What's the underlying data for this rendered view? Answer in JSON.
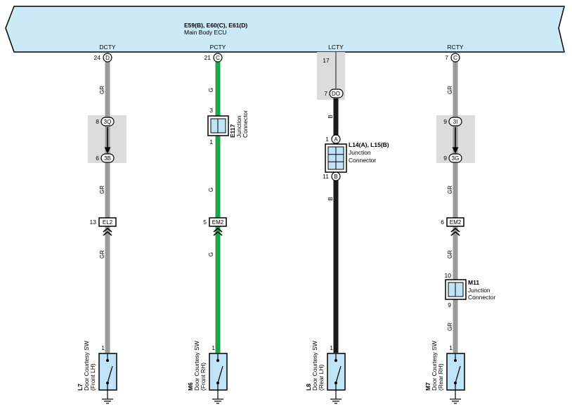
{
  "ecu": {
    "connectors": "E59(B), E60(C), E61(D)",
    "name": "Main Body ECU"
  },
  "colors": {
    "banner_fill": "#cbe9f7",
    "wire_gray": "#9a9a9a",
    "wire_green": "#1aa64b",
    "wire_black": "#1a1a1a",
    "box_fill": "#bfe3f7",
    "shade": "#dcdcdc"
  },
  "columns": {
    "dcty": {
      "terminal_name": "DCTY",
      "ecu_pin": "24",
      "ecu_conn": "D",
      "wire_labels": [
        "GR",
        "GR",
        "GR"
      ],
      "pass_top_pin": "8",
      "pass_top_conn": "3Q",
      "pass_bot_pin": "6",
      "pass_bot_conn": "3B",
      "inline_pin": "13",
      "inline_conn": "EL2",
      "switch_pin": "1",
      "switch_id": "L7",
      "switch_name": "Door Courtesy SW",
      "switch_pos": "(Front LH)"
    },
    "pcty": {
      "terminal_name": "PCTY",
      "ecu_pin": "21",
      "ecu_conn": "C",
      "wire_labels": [
        "G",
        "G",
        "G"
      ],
      "jc_pin_top": "3",
      "jc_pin_bot": "1",
      "jc_id": "E117",
      "jc_word1": "Junction",
      "jc_word2": "Connector",
      "inline_pin": "5",
      "inline_conn": "EM2",
      "switch_pin": "1",
      "switch_id": "M6",
      "switch_name": "Door Courtesy SW",
      "switch_pos": "(Front RH)"
    },
    "lcty": {
      "terminal_name": "LCTY",
      "shade_pin": "17",
      "pass_pin": "7",
      "pass_conn": "DO",
      "wire_labels": [
        "B",
        "B"
      ],
      "jc_pin_top": "1",
      "jc_conn_top": "A",
      "jc_pin_bot": "11",
      "jc_conn_bot": "B",
      "jc_id": "L14(A), L15(B)",
      "jc_word1": "Junction",
      "jc_word2": "Connector",
      "switch_pin": "1",
      "switch_id": "L8",
      "switch_name": "Door Courtesy SW",
      "switch_pos": "(Rear LH)"
    },
    "rcty": {
      "terminal_name": "RCTY",
      "ecu_pin": "7",
      "ecu_conn": "C",
      "wire_labels": [
        "GR",
        "GR",
        "GR",
        "GR"
      ],
      "pass_top_pin": "9",
      "pass_top_conn": "3I",
      "pass_bot_pin": "9",
      "pass_bot_conn": "3G",
      "inline_pin": "6",
      "inline_conn": "EM2",
      "jc_pin_top": "10",
      "jc_pin_bot": "9",
      "jc_id": "M11",
      "jc_word1": "Junction",
      "jc_word2": "Connector",
      "switch_pin": "1",
      "switch_id": "M7",
      "switch_name": "Door Courtesy SW",
      "switch_pos": "(Rear RH)"
    }
  }
}
